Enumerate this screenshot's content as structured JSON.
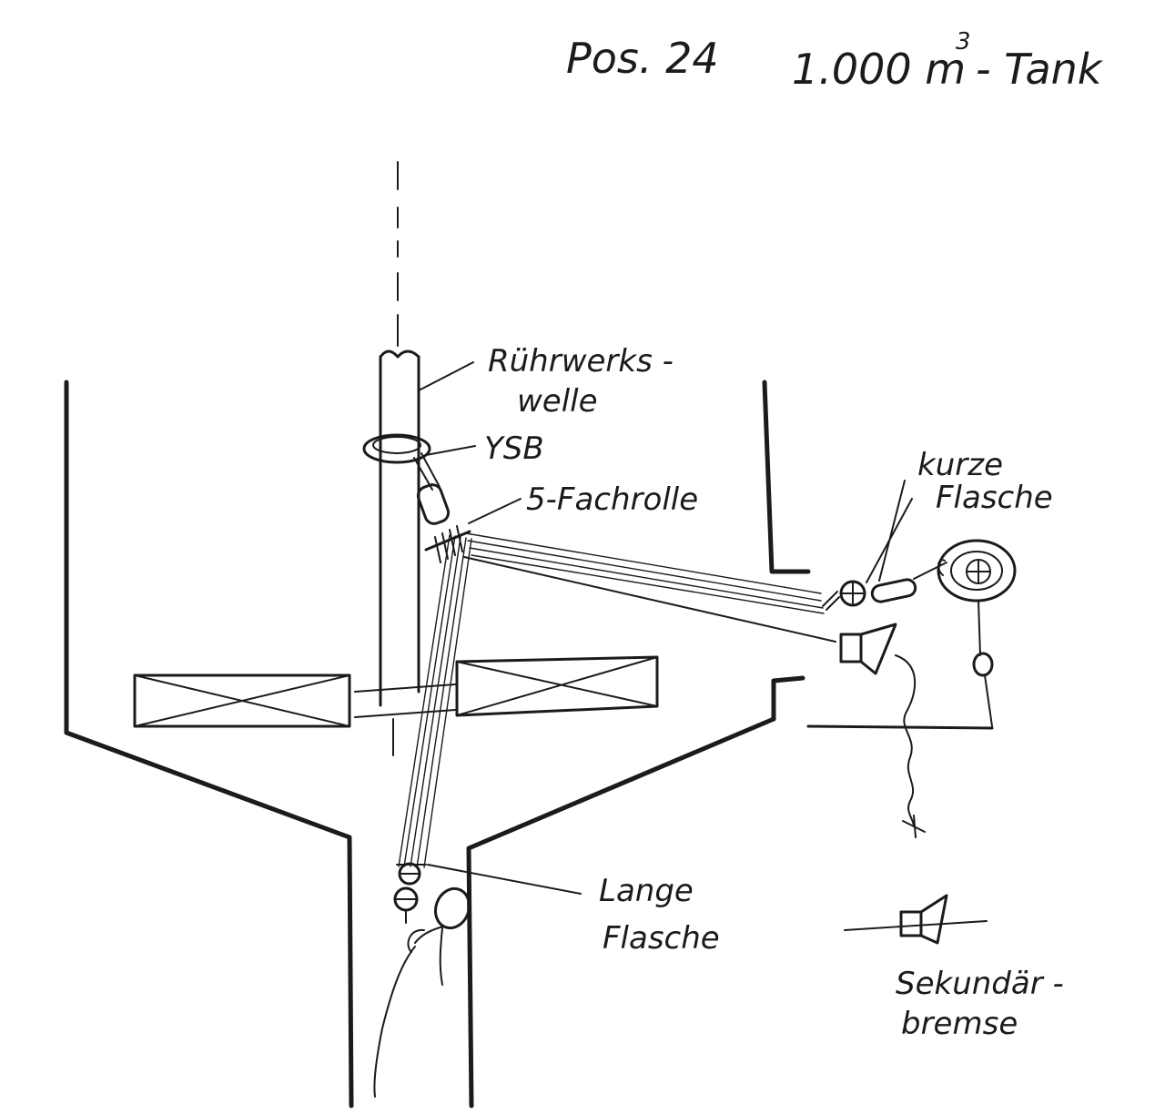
{
  "title": {
    "position": "Pos. 24",
    "volume": "1.000 m",
    "volume_exponent": "3",
    "vessel": "- Tank"
  },
  "labels": {
    "shaft_line1": "Rührwerks -",
    "shaft_line2": "welle",
    "ysb": "YSB",
    "pulley": "5-Fachrolle",
    "short_block_line1": "kurze",
    "short_block_line2": "Flasche",
    "long_block_line1": "Lange",
    "long_block_line2": "Flasche",
    "legend_line1": "Sekundär -",
    "legend_line2": "bremse"
  },
  "icons": {
    "secondary_brake": "secondary-brake-icon",
    "winch": "winch-drum-icon",
    "worker": "worker-figure-icon"
  },
  "colors": {
    "ink": "#1b1b1b",
    "paper": "#ffffff"
  }
}
